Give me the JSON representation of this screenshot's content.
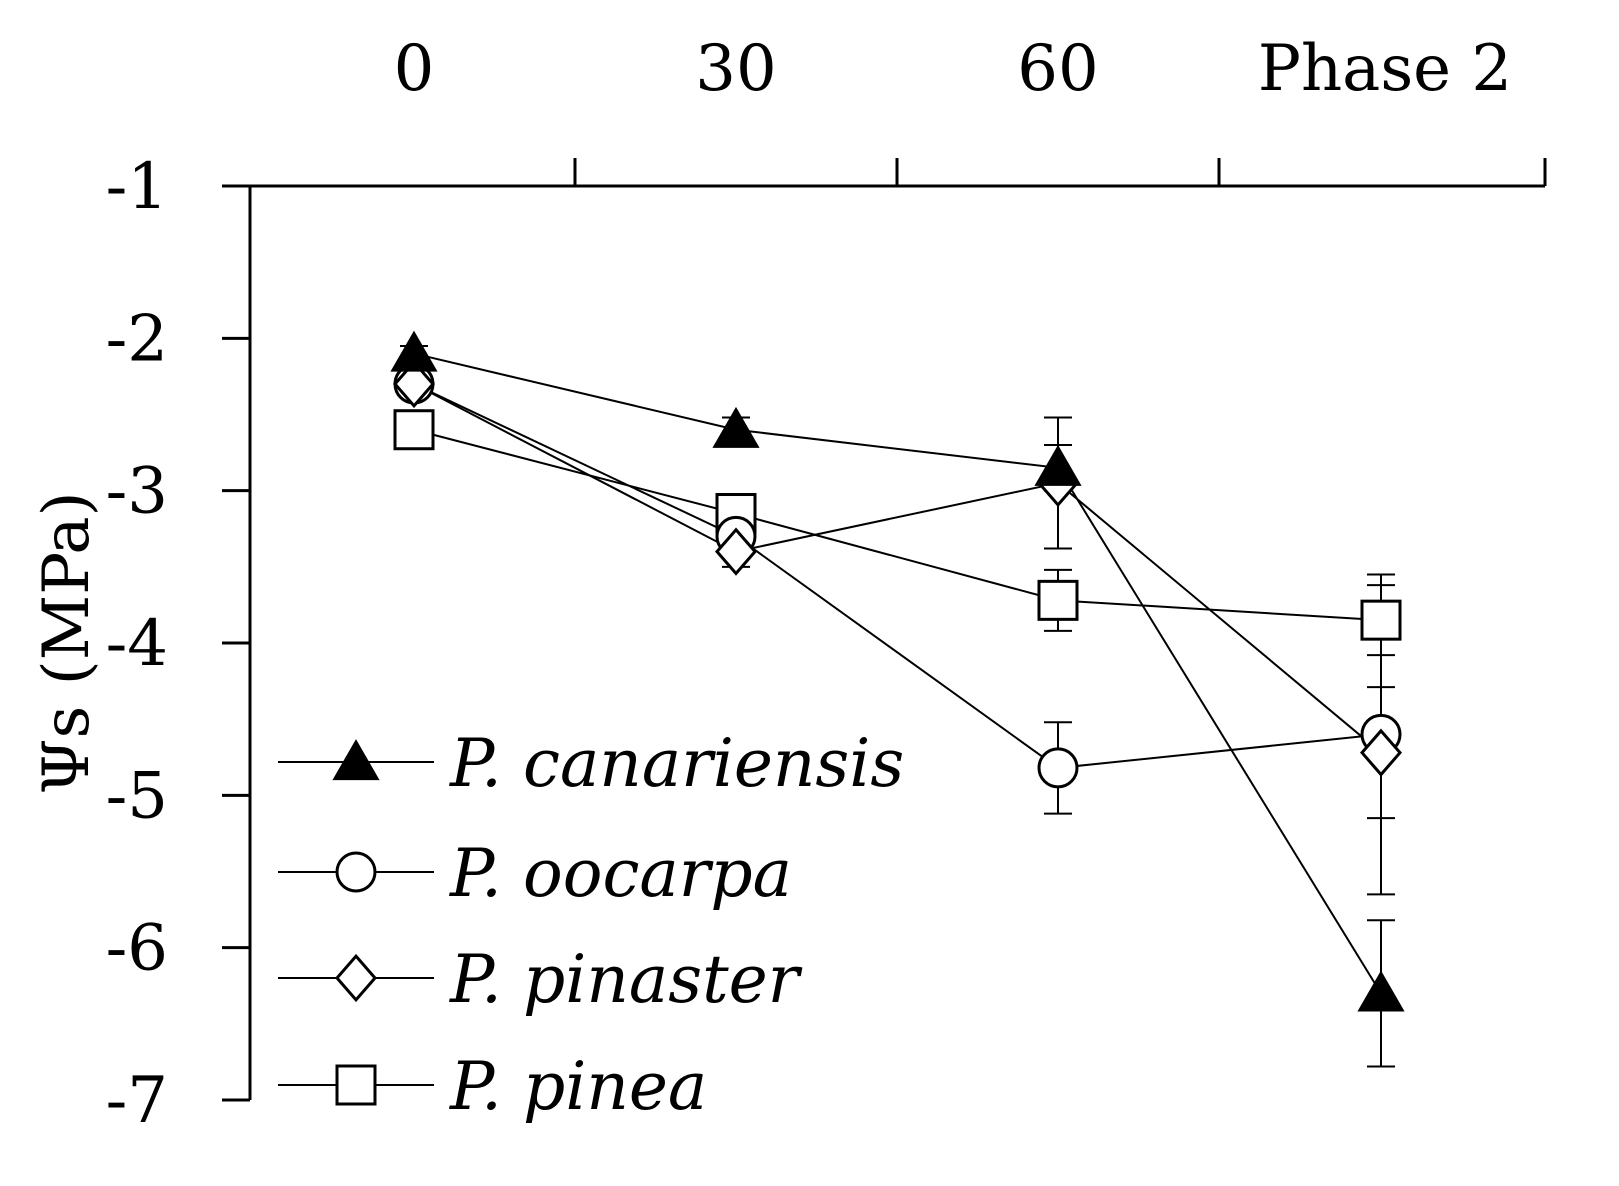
{
  "chart_data": {
    "type": "line",
    "x_categories": [
      "0",
      "30",
      "60",
      "Phase 2"
    ],
    "ylabel": "Ψs  (MPa)",
    "ylim": [
      -7,
      -1
    ],
    "yticks": [
      -1,
      -2,
      -3,
      -4,
      -5,
      -6,
      -7
    ],
    "x_axis_position": "top",
    "grid": false,
    "legend": "bottom-left",
    "series": [
      {
        "name": "P. canariensis",
        "marker": "filled-triangle",
        "values": [
          -2.1,
          -2.6,
          -2.85,
          -6.3
        ],
        "errors": [
          0.05,
          0.08,
          0.15,
          0.48
        ]
      },
      {
        "name": "P. oocarpa",
        "marker": "open-circle",
        "values": [
          -2.3,
          -3.3,
          -4.82,
          -4.6
        ],
        "errors": [
          0.05,
          0.1,
          0.3,
          1.05
        ]
      },
      {
        "name": "P. pinaster",
        "marker": "open-diamond",
        "values": [
          -2.3,
          -3.4,
          -2.95,
          -4.72
        ],
        "errors": [
          0.05,
          0.1,
          0.43,
          0.43
        ]
      },
      {
        "name": "P. pinea",
        "marker": "open-square",
        "values": [
          -2.6,
          -3.15,
          -3.72,
          -3.85
        ],
        "errors": [
          0.05,
          0.08,
          0.2,
          0.23
        ]
      }
    ]
  }
}
